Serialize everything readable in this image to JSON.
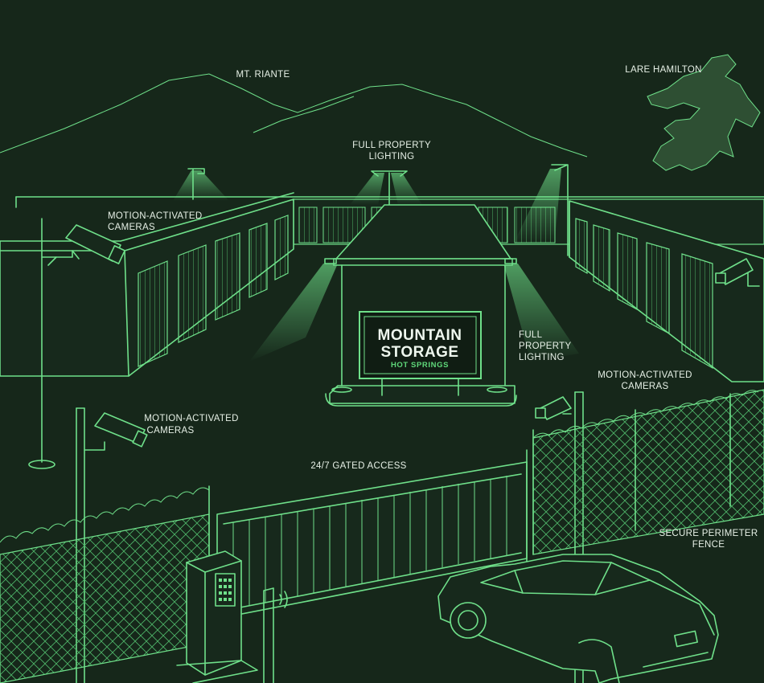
{
  "sign": {
    "line1": "MOUNTAIN",
    "line2": "STORAGE",
    "subtitle": "HOT SPRINGS"
  },
  "labels": {
    "mountain": "MT. RIANTE",
    "lake": "LARE HAMILTON",
    "lighting_top_1": "FULL PROPERTY",
    "lighting_top_2": "LIGHTING",
    "lighting_mid_1": "FULL",
    "lighting_mid_2": "PROPERTY",
    "lighting_mid_3": "LIGHTING",
    "camera_top_left_1": "MOTION-ACTIVATED",
    "camera_top_left_2": "CAMERAS",
    "camera_right_1": "MOTION-ACTIVATED",
    "camera_right_2": "CAMERAS",
    "camera_lower_left_1": "MOTION-ACTIVATED",
    "camera_lower_left_2": "CAMERAS",
    "gate": "24/7 GATED ACCESS",
    "fence_1": "SECURE PERIMETER",
    "fence_2": "FENCE"
  },
  "colors": {
    "background": "#16271a",
    "line": "#6fe08a",
    "text": "#e6f0e6"
  }
}
